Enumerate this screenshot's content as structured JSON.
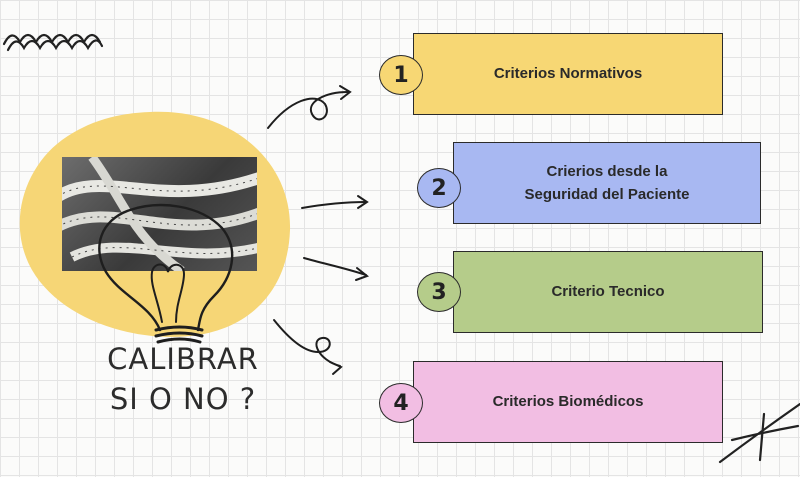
{
  "headline": {
    "line1": "CALIBRAR",
    "line2": "SI O NO ?"
  },
  "photo": {
    "description_icon": "measuring-tape-photo"
  },
  "items": [
    {
      "number": "1",
      "lines": [
        "Criterios Normativos"
      ],
      "color": "#f7d774",
      "number_color": "#f7d774"
    },
    {
      "number": "2",
      "lines": [
        "Crierios desde la",
        "Seguridad del Paciente"
      ],
      "color": "#a8b8f2",
      "number_color": "#a8b8f2"
    },
    {
      "number": "3",
      "lines": [
        "Criterio Tecnico"
      ],
      "color": "#b5cc8a",
      "number_color": "#b5cc8a"
    },
    {
      "number": "4",
      "lines": [
        "Criterios Biomédicos"
      ],
      "color": "#f2bee3",
      "number_color": "#f2bee3"
    }
  ],
  "colors": {
    "blob": "#f6d676",
    "stroke": "#1e1e1e"
  }
}
